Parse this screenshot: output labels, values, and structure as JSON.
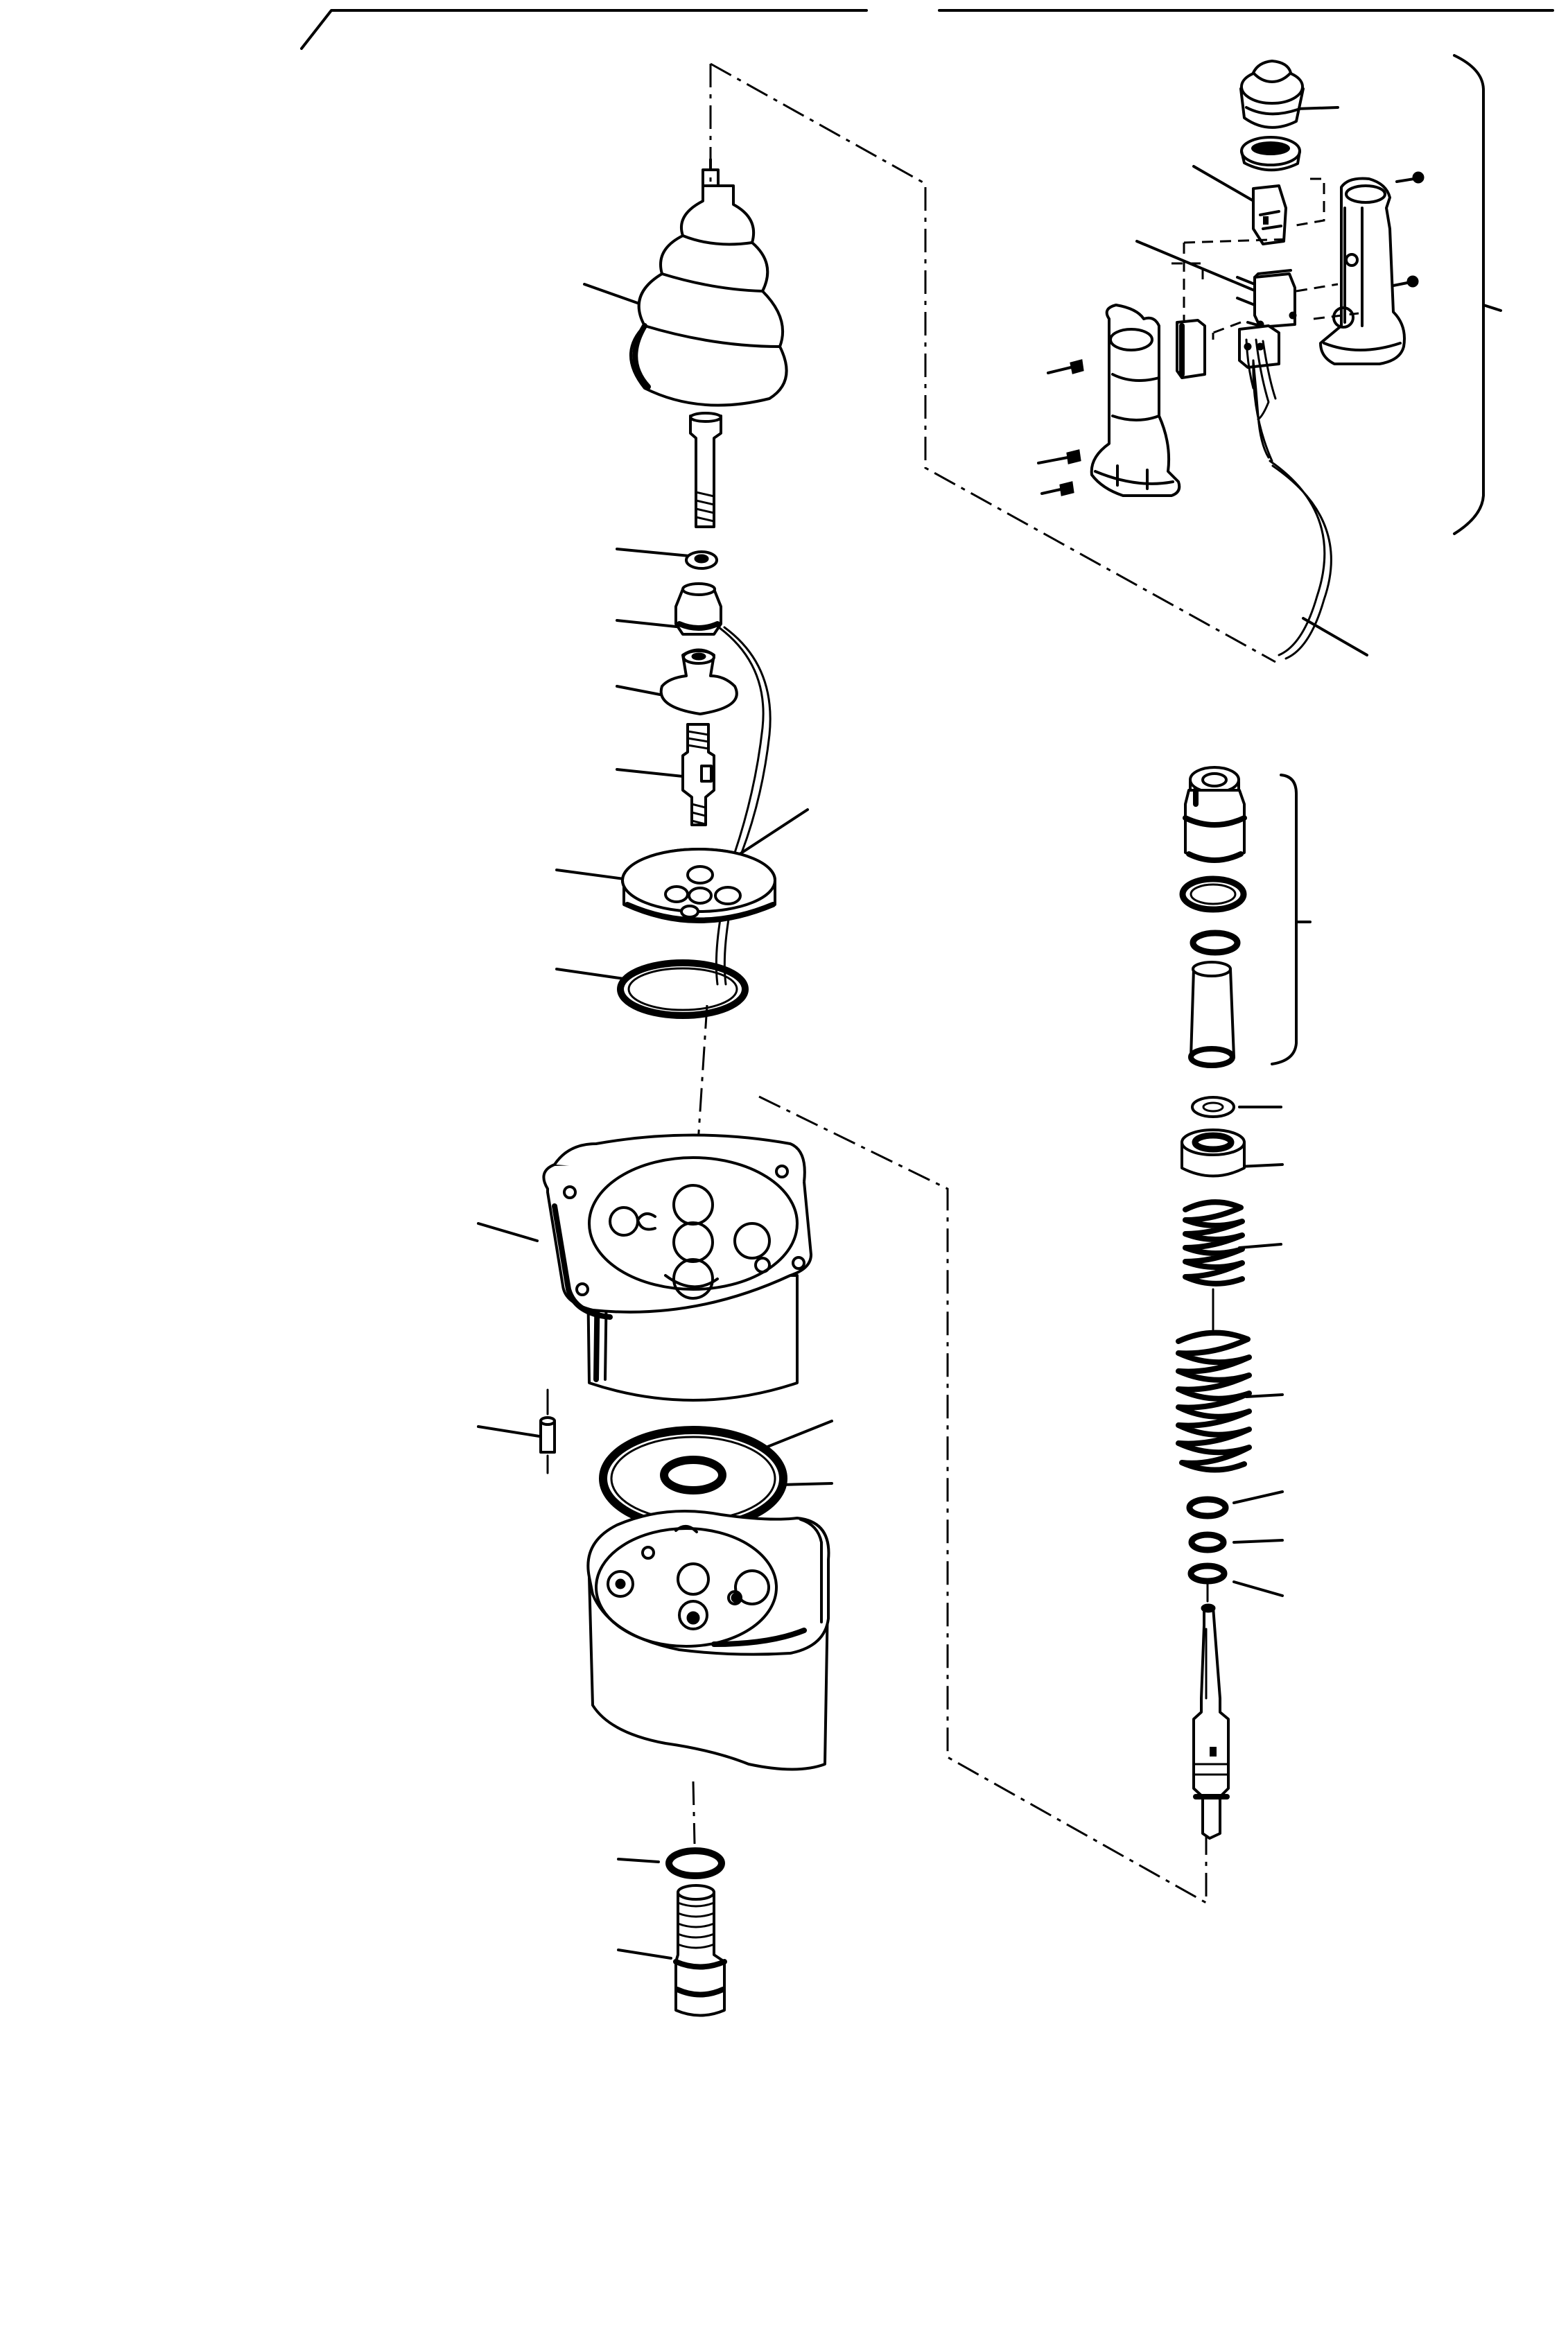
{
  "diagram": {
    "kind": "exploded-parts-drawing",
    "line_color": "#000000",
    "background_color": "#ffffff",
    "printed_text": []
  },
  "parts": [
    {
      "id": "rubber-boot"
    },
    {
      "id": "lever-rod"
    },
    {
      "id": "nut-small"
    },
    {
      "id": "adapter"
    },
    {
      "id": "plate-disc"
    },
    {
      "id": "joint-screw"
    },
    {
      "id": "retainer-plate"
    },
    {
      "id": "wire-harness"
    },
    {
      "id": "o-ring-upper"
    },
    {
      "id": "housing-cover"
    },
    {
      "id": "dowel-pin"
    },
    {
      "id": "gasket"
    },
    {
      "id": "seal-ring"
    },
    {
      "id": "valve-body"
    },
    {
      "id": "o-ring-lower"
    },
    {
      "id": "plug"
    },
    {
      "id": "spool-assembly"
    },
    {
      "id": "washer"
    },
    {
      "id": "spring-seat"
    },
    {
      "id": "inner-spring"
    },
    {
      "id": "outer-spring"
    },
    {
      "id": "washer-1"
    },
    {
      "id": "washer-2"
    },
    {
      "id": "washer-3"
    },
    {
      "id": "spool"
    },
    {
      "id": "grip-cap"
    },
    {
      "id": "grip-bushing"
    },
    {
      "id": "switch-clip"
    },
    {
      "id": "switch"
    },
    {
      "id": "grip-half-left"
    },
    {
      "id": "grip-half-right"
    },
    {
      "id": "screw-set"
    },
    {
      "id": "cable"
    }
  ]
}
